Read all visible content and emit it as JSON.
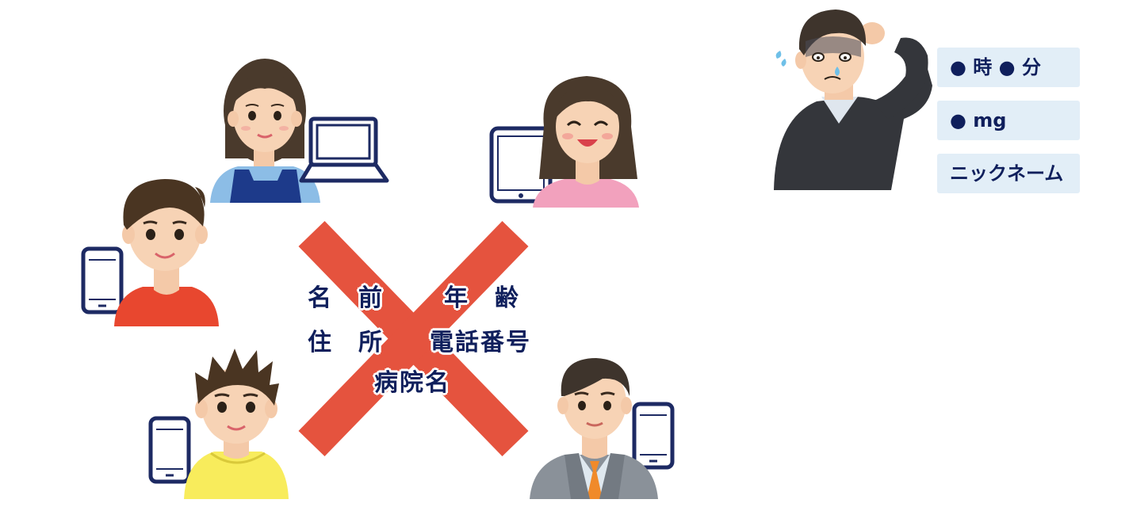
{
  "forbidden_items": {
    "name": "名　前",
    "age": "年　齢",
    "address": "住　所",
    "phone": "電話番号",
    "hospital": "病院名"
  },
  "allowed_items": {
    "time": "● 時 ● 分",
    "dose": "● mg",
    "nickname": "ニックネーム"
  },
  "colors": {
    "cross": "#e5533e",
    "text": "#0f1f5c",
    "tag_bg": "#e2eef7",
    "device": "#1d2a63"
  }
}
